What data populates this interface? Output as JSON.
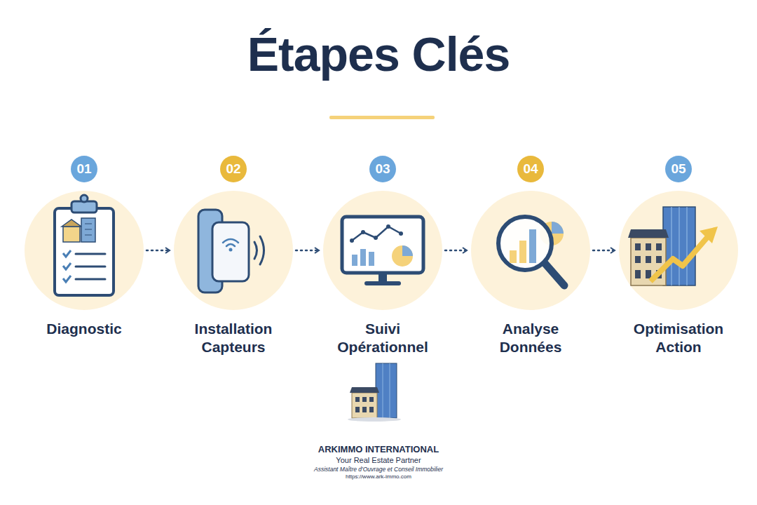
{
  "diagram": {
    "title": "Étapes Clés",
    "nodes": [
      {
        "text": [
          "01",
          "Diagnostic"
        ]
      },
      {
        "text": [
          "02",
          "Installation Capteurs"
        ]
      },
      {
        "text": [
          "03",
          "Suivi Opérationnel"
        ]
      },
      {
        "text": [
          "04",
          "Analyse Données"
        ]
      },
      {
        "text": [
          "05",
          "Optimisation Action"
        ]
      }
    ],
    "edges": [
      {
        "from": 0,
        "to": 1,
        "arrow": "to"
      },
      {
        "from": 1,
        "to": 2,
        "arrow": "to"
      },
      {
        "from": 2,
        "to": 3,
        "arrow": "to"
      },
      {
        "from": 3,
        "to": 4,
        "arrow": "to"
      }
    ],
    "labels": [
      "ARKIMMO INTERNATIONAL",
      "Your Real Estate Partner",
      "Assistant Maître d'Ouvrage et Conseil Immobilier",
      "https://www.ark-immo.com"
    ]
  }
}
